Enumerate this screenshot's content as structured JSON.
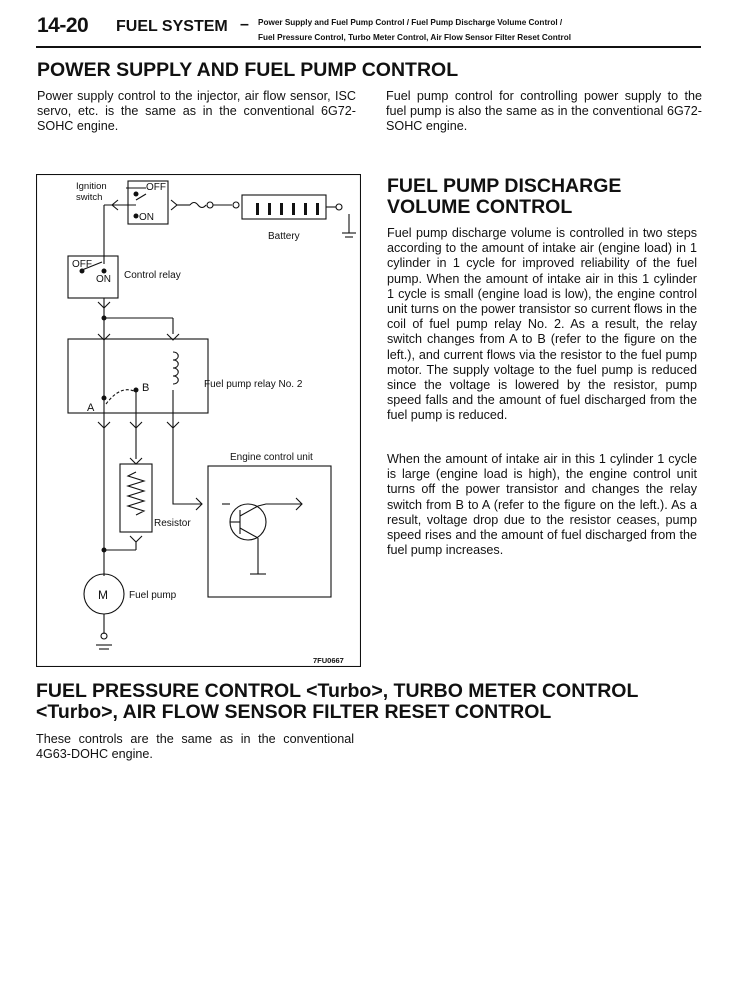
{
  "header": {
    "page_number": "14-20",
    "section": "FUEL SYSTEM",
    "dash": "–",
    "subtitle_line1": "Power Supply and Fuel Pump Control / Fuel Pump Discharge Volume Control /",
    "subtitle_line2": "Fuel Pressure Control, Turbo Meter Control, Air Flow Sensor Filter Reset Control"
  },
  "section1": {
    "title": "POWER SUPPLY AND FUEL PUMP CONTROL",
    "left_text": "Power supply control to the injector, air flow sensor, ISC servo, etc. is the same as in the conventional 6G72-SOHC engine.",
    "right_text": "Fuel pump control for controlling power supply to the fuel pump is also the same as in the conventional 6G72-SOHC engine."
  },
  "section2": {
    "title_line1": "FUEL PUMP DISCHARGE",
    "title_line2": "VOLUME CONTROL",
    "para1": "Fuel pump discharge volume is controlled in two steps according to the amount of intake air (engine load) in 1 cylinder in 1 cycle for improved reliability of the fuel pump. When the amount of intake air in this 1 cylinder 1 cycle is small (engine load is low), the engine control unit turns on the power transistor so current flows in the coil of fuel pump relay No. 2. As a result, the relay switch changes from A to B (refer to the figure on the left.), and current flows via the resistor to the fuel pump motor. The supply voltage to the fuel pump is reduced since the voltage is lowered by the resistor, pump speed falls and the amount of fuel discharged from the fuel pump is reduced.",
    "para2": "When the amount of intake air in this 1 cylinder 1 cycle is large (engine load is high), the engine control unit turns off the power transistor and changes the relay switch from B to A (refer to the figure on the left.). As a result, voltage drop due to the resistor ceases, pump speed rises and the amount of fuel discharged from the fuel pump increases."
  },
  "diagram": {
    "ignition_switch_line1": "Ignition",
    "ignition_switch_line2": "switch",
    "off_label": "OFF",
    "on_label": "ON",
    "battery": "Battery",
    "control_relay": "Control relay",
    "relay_off": "OFF",
    "relay_on": "ON",
    "fuel_pump_relay": "Fuel pump relay No. 2",
    "contact_a": "A",
    "contact_b": "B",
    "engine_control_unit": "Engine control unit",
    "resistor": "Resistor",
    "motor_symbol": "M",
    "fuel_pump": "Fuel pump",
    "figure_code": "7FU0667"
  },
  "section3": {
    "title_line1": "FUEL PRESSURE CONTROL <Turbo>, TURBO METER CONTROL",
    "title_line2": "<Turbo>, AIR FLOW SENSOR FILTER RESET CONTROL",
    "text": "These controls are the same as in the conventional 4G63-DOHC engine."
  }
}
